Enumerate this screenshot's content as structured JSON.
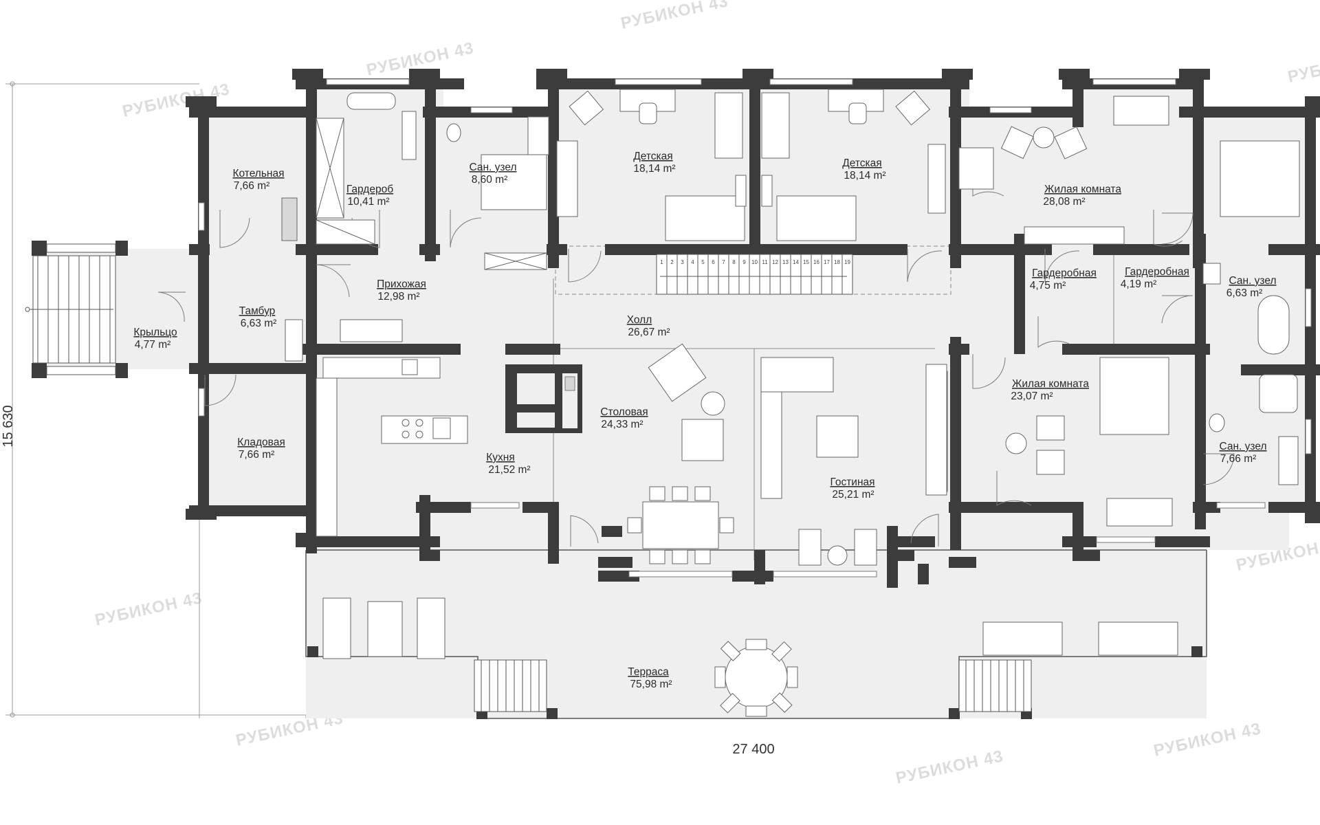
{
  "watermark": {
    "text": "РУБИКОН 43"
  },
  "dimensions": {
    "width": "27 400",
    "height": "15 630"
  },
  "rooms": [
    {
      "id": "kotelnaya",
      "name": "Котельная",
      "area": "7,66 m²"
    },
    {
      "id": "garderob",
      "name": "Гардероб",
      "area": "10,41 m²"
    },
    {
      "id": "san-1",
      "name": "Сан. узел",
      "area": "8,60 m²"
    },
    {
      "id": "detskaya-1",
      "name": "Детская",
      "area": "18,14 m²"
    },
    {
      "id": "detskaya-2",
      "name": "Детская",
      "area": "18,14 m²"
    },
    {
      "id": "zhilaya-1",
      "name": "Жилая комната",
      "area": "28,08 m²"
    },
    {
      "id": "prihozhaya",
      "name": "Прихожая",
      "area": "12,98 m²"
    },
    {
      "id": "tambur",
      "name": "Тамбур",
      "area": "6,63 m²"
    },
    {
      "id": "kryltso",
      "name": "Крыльцо",
      "area": "4,77 m²"
    },
    {
      "id": "holl",
      "name": "Холл",
      "area": "26,67 m²"
    },
    {
      "id": "gardrob-1",
      "name": "Гардеробная",
      "area": "4,75 m²"
    },
    {
      "id": "gardrob-2",
      "name": "Гардеробная",
      "area": "4,19 m²"
    },
    {
      "id": "san-2",
      "name": "Сан. узел",
      "area": "6,63 m²"
    },
    {
      "id": "kladovaya",
      "name": "Кладовая",
      "area": "7,66 m²"
    },
    {
      "id": "stolovaya",
      "name": "Столовая",
      "area": "24,33 m²"
    },
    {
      "id": "kuhnya",
      "name": "Кухня",
      "area": "21,52 m²"
    },
    {
      "id": "gostinaya",
      "name": "Гостиная",
      "area": "25,21 m²"
    },
    {
      "id": "zhilaya-2",
      "name": "Жилая комната",
      "area": "23,07 m²"
    },
    {
      "id": "san-3",
      "name": "Сан. узел",
      "area": "7,66 m²"
    },
    {
      "id": "terrasa",
      "name": "Терраса",
      "area": "75,98 m²"
    }
  ],
  "stairs": {
    "steps": [
      "1",
      "2",
      "3",
      "4",
      "5",
      "6",
      "7",
      "8",
      "9",
      "10",
      "11",
      "12",
      "13",
      "14",
      "15",
      "16",
      "17",
      "18",
      "19"
    ]
  },
  "colors": {
    "wall": "#3c3c3c",
    "floor": "#efefef",
    "line": "#6a6a6a",
    "background": "#ffffff",
    "watermark": "#d9d9d9"
  }
}
